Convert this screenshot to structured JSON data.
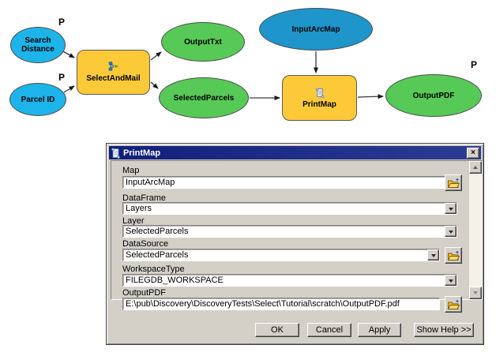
{
  "diagram": {
    "p_badge": "P",
    "nodes": {
      "search_distance": {
        "line1": "Search",
        "line2": "Distance"
      },
      "parcel_id": {
        "label": "Parcel ID"
      },
      "select_and_mail": {
        "label": "SelectAndMail"
      },
      "output_txt": {
        "label": "OutputTxt"
      },
      "selected_parcels": {
        "label": "SelectedParcels"
      },
      "input_arc_map": {
        "label": "InputArcMap"
      },
      "print_map": {
        "label": "PrintMap"
      },
      "output_pdf": {
        "label": "OutputPDF"
      }
    },
    "colors": {
      "input_cyan": "#1db4e9",
      "input_blue": "#1e95cb",
      "output_green": "#57c957",
      "tool_yellow": "#fcca39"
    }
  },
  "dialog": {
    "title": "PrintMap",
    "titlebar_blue": "#111f7a",
    "icons": {
      "close": "×"
    },
    "fields": [
      {
        "label": "Map",
        "value": "InputArcMap"
      },
      {
        "label": "DataFrame",
        "value": "Layers"
      },
      {
        "label": "Layer",
        "value": "SelectedParcels"
      },
      {
        "label": "DataSource",
        "value": "SelectedParcels"
      },
      {
        "label": "WorkspaceType",
        "value": "FILEGDB_WORKSPACE"
      },
      {
        "label": "OutputPDF",
        "value": "E:\\pub\\Discovery\\DiscoveryTests\\Select\\Tutorial\\scratch\\OutputPDF.pdf"
      }
    ],
    "buttons": {
      "ok": "OK",
      "cancel": "Cancel",
      "apply": "Apply",
      "help": "Show Help >>"
    }
  }
}
